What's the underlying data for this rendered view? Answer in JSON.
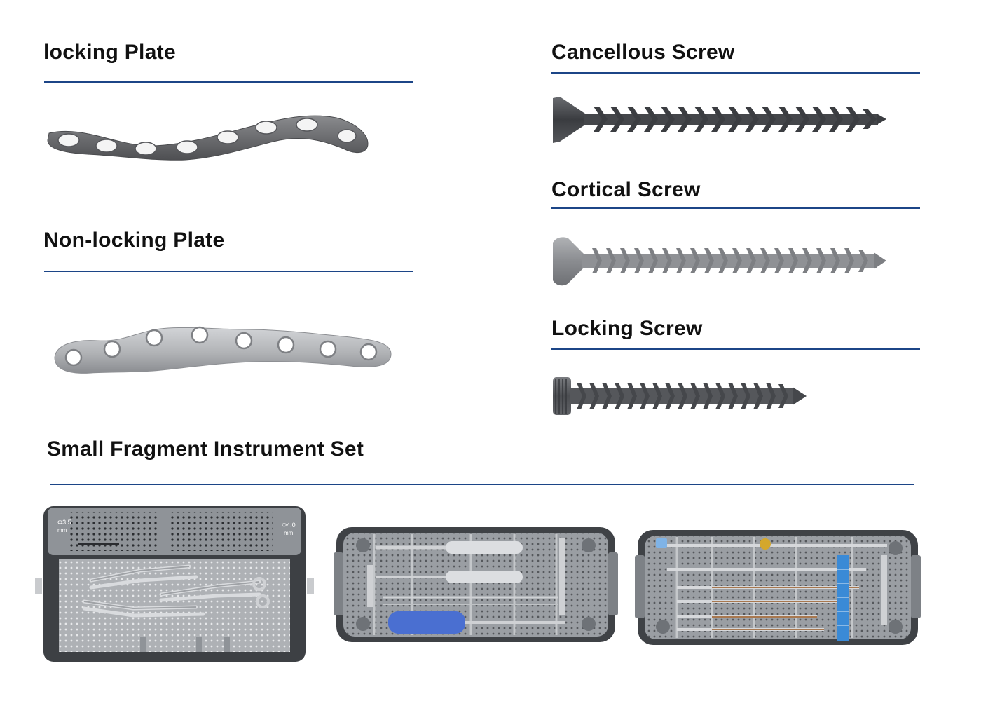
{
  "sections": {
    "locking_plate": {
      "title": "locking Plate"
    },
    "non_locking_plate": {
      "title": "Non-locking Plate"
    },
    "cancellous_screw": {
      "title": "Cancellous Screw"
    },
    "cortical_screw": {
      "title": "Cortical Screw"
    },
    "locking_screw": {
      "title": "Locking Screw"
    },
    "instrument_set": {
      "title": "Small Fragment Instrument Set"
    }
  },
  "tray_labels": {
    "left": "Φ3.5\nmm",
    "right": "Φ4.0\nmm"
  },
  "colors": {
    "rule": "#1c4587",
    "plate_dark": "#6c6d70",
    "plate_light": "#b7b9bc",
    "screw_dark": "#47494d",
    "screw_light": "#8f9195",
    "tray": "#8f9398",
    "tray_dark": "#3f4246",
    "handle_blue": "#4a6fd1"
  }
}
